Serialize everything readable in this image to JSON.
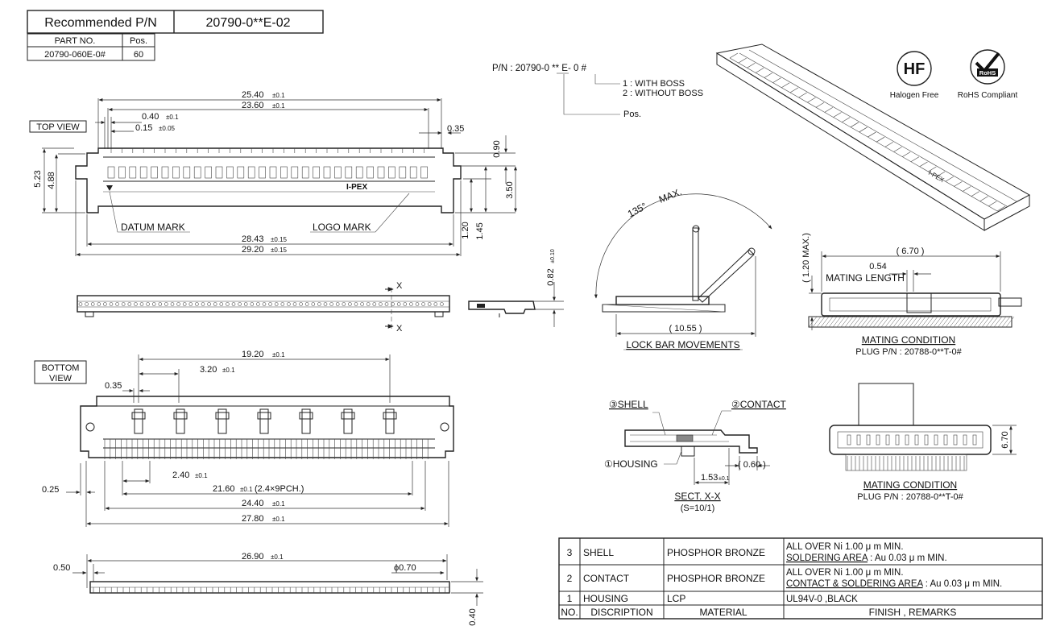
{
  "header": {
    "recommended_label": "Recommended P/N",
    "recommended_value": "20790-0**E-02",
    "part_no_header": "PART NO.",
    "pos_header": "Pos.",
    "part_no_value": "20790-060E-0#",
    "pos_value": "60"
  },
  "pn_code": {
    "text": "P/N : 20790-0 ** E- 0 #",
    "opt1": "1 : WITH BOSS",
    "opt2": "2 : WITHOUT BOSS",
    "pos": "Pos."
  },
  "badges": {
    "hf_symbol": "HF",
    "hf_label": "Halogen Free",
    "rohs_symbol": "RoHS",
    "rohs_label": "RoHS Compliant"
  },
  "top_view": {
    "label": "TOP VIEW",
    "dims": {
      "d2540": "25.40",
      "d2360": "23.60",
      "d040": "0.40",
      "d015": "0.15",
      "d035": "0.35",
      "d090": "0.90",
      "d523": "5.23",
      "d488": "4.88",
      "d350": "3.50",
      "d120": "1.20",
      "d145": "1.45",
      "d2843": "28.43",
      "d2920": "29.20"
    },
    "tol01": "±0.1",
    "tol005": "±0.05",
    "tol015": "±0.15",
    "datum": "DATUM MARK",
    "logo_mark": "LOGO MARK",
    "logo": "I-PEX"
  },
  "side_view": {
    "x1": "X",
    "x2": "X",
    "d082": "0.82",
    "tol010": "±0.10"
  },
  "bottom_view": {
    "label_line1": "BOTTOM",
    "label_line2": "VIEW",
    "dims": {
      "d1920": "19.20",
      "d320": "3.20",
      "d035": "0.35",
      "d025": "0.25",
      "d240": "2.40",
      "d2160": "21.60",
      "d2160_note": "(2.4×9PCH.)",
      "d2440": "24.40",
      "d2780": "27.80"
    },
    "tol01": "±0.1"
  },
  "bottom_side": {
    "d2690": "26.90",
    "d050": "0.50",
    "d070": "ϕ0.70",
    "d040": "0.40",
    "tol01": "±0.1"
  },
  "lock_bar": {
    "angle": "135°",
    "max": "MAX.",
    "d1055": "( 10.55 )",
    "title": "LOCK BAR MOVEMENTS"
  },
  "mating1": {
    "d120max": "( 1.20 MAX.)",
    "d670": "( 6.70 )",
    "d054": "0.54",
    "mating_length": "MATING LENGTH",
    "title": "MATING CONDITION",
    "plug": "PLUG P/N : 20788-0**T-0#"
  },
  "section": {
    "shell": "③SHELL",
    "contact": "②CONTACT",
    "housing": "①HOUSING",
    "d060": "( 0.60 )",
    "d153": "1.53",
    "tol01": "±0.1",
    "title": "SECT. X-X",
    "scale": "(S=10/1)"
  },
  "mating2": {
    "d670": "6.70",
    "title": "MATING CONDITION",
    "plug": "PLUG P/N : 20788-0**T-0#"
  },
  "bom": {
    "rows": [
      {
        "no": "3",
        "desc": "SHELL",
        "material": "PHOSPHOR BRONZE",
        "finish1": "ALL OVER Ni 1.00 μ m MIN.",
        "finish2a": "SOLDERING AREA",
        "finish2b": " : Au 0.03 μ m MIN."
      },
      {
        "no": "2",
        "desc": "CONTACT",
        "material": "PHOSPHOR BRONZE",
        "finish1": "ALL OVER Ni 1.00 μ m MIN.",
        "finish2a": "CONTACT & SOLDERING AREA",
        "finish2b": " : Au 0.03 μ m MIN."
      },
      {
        "no": "1",
        "desc": "HOUSING",
        "material": "LCP",
        "finish1": "UL94V-0 ,BLACK",
        "finish2a": "",
        "finish2b": ""
      }
    ],
    "header": {
      "no": "NO.",
      "desc": "DISCRIPTION",
      "material": "MATERIAL",
      "finish": "FINISH , REMARKS"
    }
  }
}
